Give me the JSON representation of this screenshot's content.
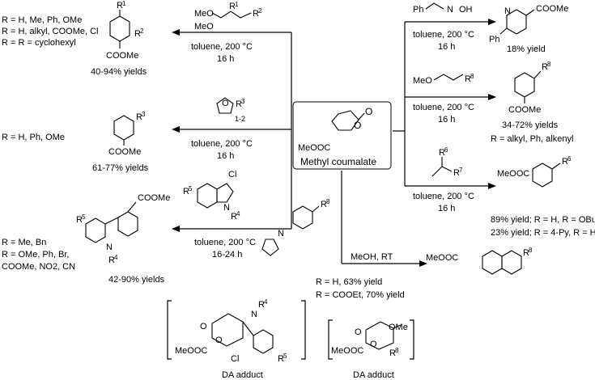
{
  "center": {
    "label": "Methyl coumalate",
    "ester": "MeOOC"
  },
  "left": [
    {
      "reagent_parts": {
        "ome1": "MeO",
        "ome2": "MeO",
        "r1": "R",
        "r2": "R"
      },
      "conditions": [
        "toluene, 200 °C",
        "16 h"
      ],
      "product_parts": {
        "r1": "R",
        "r2": "R",
        "ester": "COOMe"
      },
      "notes": [
        "R = H, Me, Ph, OMe",
        "R = H, alkyl, COOMe, Cl",
        "R = R = cyclohexyl"
      ],
      "yield": "40-94% yields"
    },
    {
      "reagent_parts": {
        "r3": "R",
        "range": "1-2"
      },
      "conditions": [
        "toluene, 200 °C",
        "16 h"
      ],
      "product_parts": {
        "r3": "R",
        "ester": "COOMe"
      },
      "notes": [
        "R = H, Ph, OMe"
      ],
      "yield": "61-77% yields"
    },
    {
      "reagent_parts": {
        "cl": "Cl",
        "r5": "R",
        "n": "N",
        "r4": "R"
      },
      "conditions": [
        "toluene, 200 °C",
        "16-24 h"
      ],
      "product_parts": {
        "ester": "COOMe",
        "r5": "R",
        "n": "N",
        "r4": "R"
      },
      "notes": [
        "R = Me, Bn",
        "R = OMe, Ph, Br,",
        "COOMe, NO2, CN"
      ],
      "yield": "42-90% yields"
    }
  ],
  "right": [
    {
      "reagent_parts": {
        "ph": "Ph",
        "n": "N",
        "oh": "OH"
      },
      "conditions": [
        "toluene, 200 °C",
        "16 h"
      ],
      "product_parts": {
        "n": "N",
        "ester": "COOMe",
        "ph": "Ph"
      },
      "yield": "18% yield"
    },
    {
      "reagent_parts": {
        "meo": "MeO",
        "r8": "R"
      },
      "conditions": [
        "toluene, 200 °C",
        "16 h"
      ],
      "product_parts": {
        "r8": "R",
        "ester": "COOMe"
      },
      "yield": "34-72% yields",
      "notes": [
        "R = alkyl, Ph, alkenyl"
      ]
    },
    {
      "reagent_parts": {
        "r6": "R",
        "r7": "R"
      },
      "conditions": [
        "toluene, 200 °C",
        "16 h"
      ],
      "product_parts": {
        "ester": "MeOOC",
        "r6": "R"
      },
      "yields": [
        "89% yield; R = H, R = OBu",
        "23% yield; R = 4-Py, R = H"
      ]
    }
  ],
  "bottom": {
    "reagent_parts": {
      "r8": "R",
      "n": "N"
    },
    "conditions": "MeOH, RT",
    "product_parts": {
      "ester": "MeOOC",
      "r8": "R"
    },
    "yields": [
      "R = H, 63% yield",
      "R = COOEt, 70% yield"
    ]
  },
  "adducts": [
    {
      "caption": "DA adduct",
      "labels": {
        "o": "O",
        "n": "N",
        "r4": "R",
        "ester": "MeOOC",
        "cl": "Cl",
        "r5": "R"
      }
    },
    {
      "caption": "DA adduct",
      "labels": {
        "o": "O",
        "ome": "OMe",
        "ester": "MeOOC",
        "r8": "R"
      }
    }
  ]
}
